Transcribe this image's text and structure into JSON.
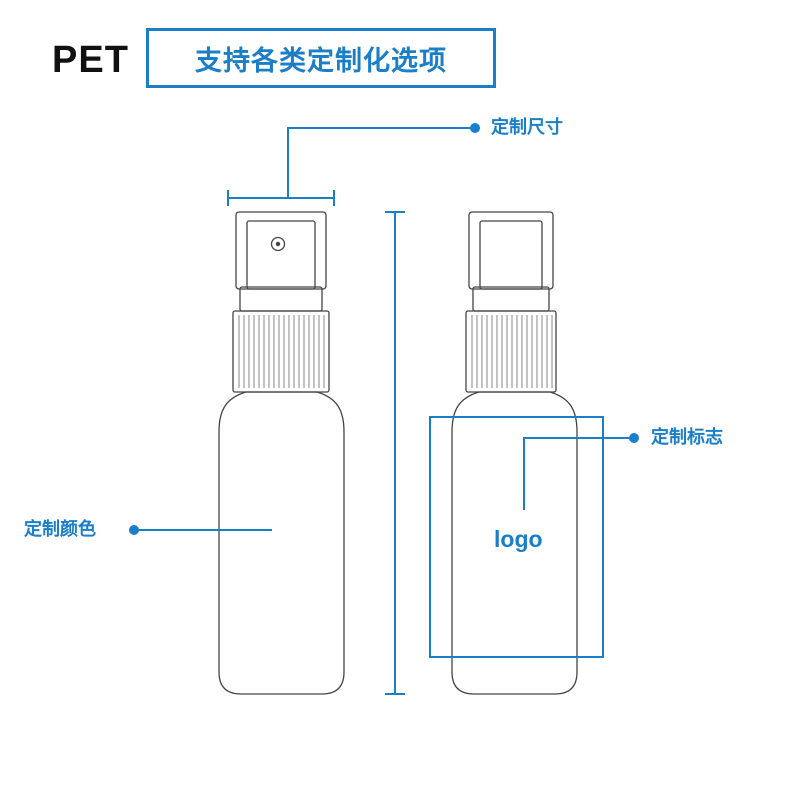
{
  "header": {
    "material": "PET",
    "headline": "支持各类定制化选项"
  },
  "callouts": {
    "size": "定制尺寸",
    "logo_area": "定制标志",
    "color": "定制颜色"
  },
  "logo_placeholder": "logo",
  "colors": {
    "accent": "#1a7fc8",
    "outline": "#444444",
    "text_dark": "#111111"
  }
}
